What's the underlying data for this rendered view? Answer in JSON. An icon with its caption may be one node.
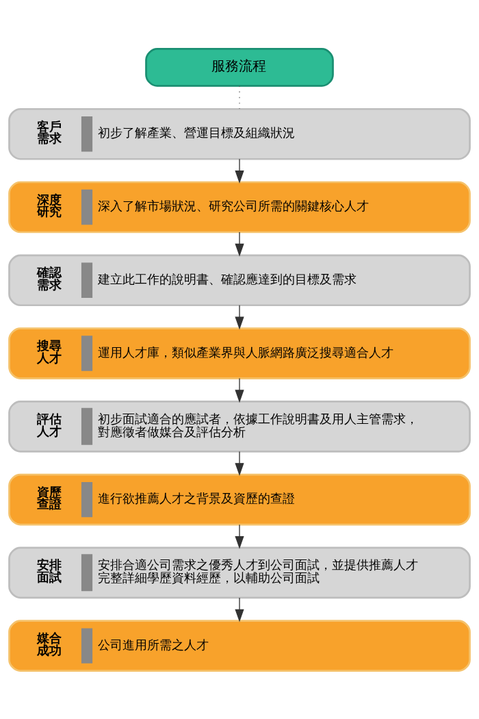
{
  "diagram": {
    "nodes": [
      {
        "text": [
          "服務流程"
        ]
      },
      {
        "text": [
          "客戶需求",
          "初步了解產業、營運目標及組織狀況"
        ]
      },
      {
        "text": [
          "深度研究",
          "深入了解市場狀況、研究公司所需的關鍵核心人才"
        ]
      },
      {
        "text": [
          "確認需求",
          "建立此工作的說明書、確認應達到的目標及需求"
        ]
      },
      {
        "text": [
          "搜尋人才",
          "運用人才庫，類似產業界與人脈網路廣泛搜尋適合人才"
        ]
      },
      {
        "text": [
          "評估人才",
          "初步面試適合的應試者，依據工作說明書及用人主管需求，對應徵者做媒合及評估分析"
        ]
      },
      {
        "text": [
          "資歷查證",
          "進行欲推薦人才之背景及資歷的查證"
        ]
      },
      {
        "text": [
          "安排面試",
          "安排合適公司需求之優秀人才到公司面試，並提供推薦人才完整詳細學歷資料經歷，以輔助公司面試"
        ]
      },
      {
        "text": [
          "媒合成功",
          "公司進用所需之人才"
        ]
      }
    ],
    "edges": [
      {
        "from": 0,
        "to": 1,
        "arrow": "none",
        "style": "dashed",
        "color": "#666666"
      },
      {
        "from": 1,
        "to": 2,
        "arrow": "to"
      },
      {
        "from": 2,
        "to": 3,
        "arrow": "to"
      },
      {
        "from": 3,
        "to": 4,
        "arrow": "to"
      },
      {
        "from": 4,
        "to": 5,
        "arrow": "to"
      },
      {
        "from": 5,
        "to": 6,
        "arrow": "to"
      },
      {
        "from": 6,
        "to": 7,
        "arrow": "to"
      },
      {
        "from": 7,
        "to": 8,
        "arrow": "to"
      }
    ]
  }
}
